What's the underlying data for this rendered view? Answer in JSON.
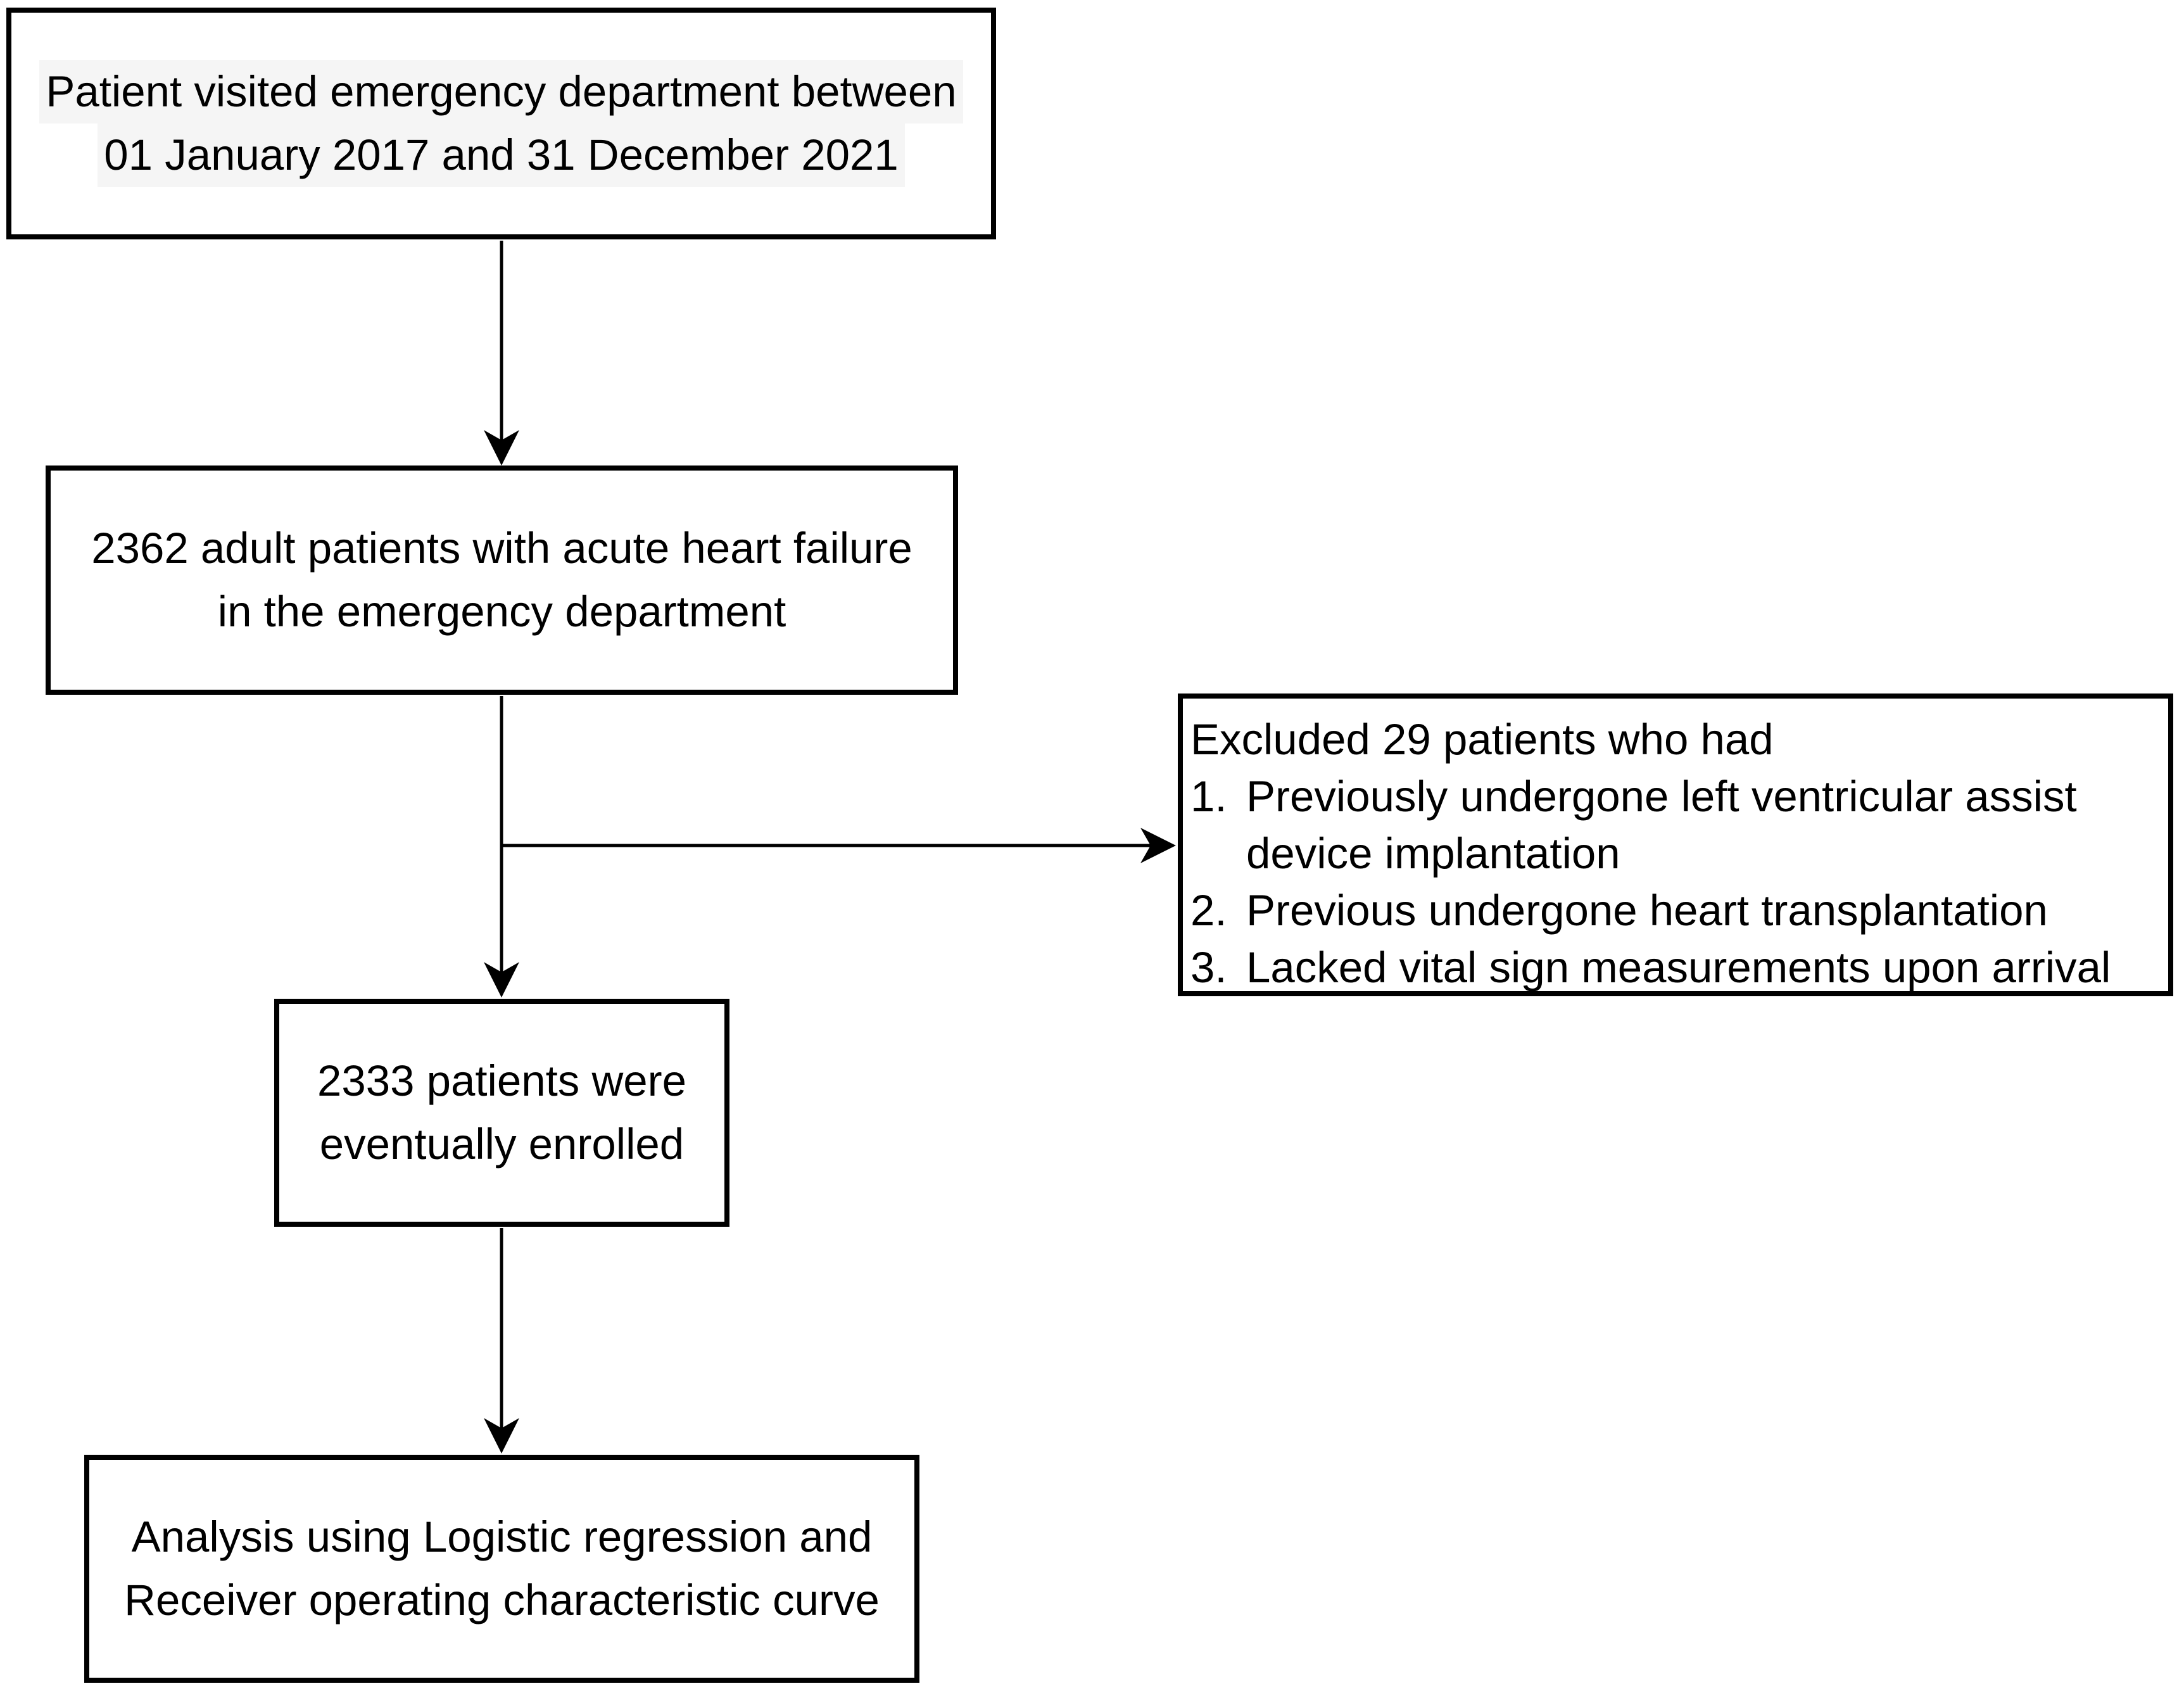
{
  "colors": {
    "ink": "#000000",
    "background": "#ffffff",
    "box1_text_highlight": "#f5f5f5"
  },
  "boxes": {
    "ed_visits": {
      "lines": [
        "Patient visited emergency department between",
        "01 January 2017 and 31 December 2021"
      ]
    },
    "adult_ahf": {
      "lines": [
        "2362 adult patients with acute heart failure",
        "in the emergency department"
      ]
    },
    "excluded": {
      "header": "Excluded 29 patients who had",
      "items": [
        {
          "num": "1.",
          "text": "Previously undergone left ventricular assist device implantation"
        },
        {
          "num": "2.",
          "text": "Previous undergone heart transplantation"
        },
        {
          "num": "3.",
          "text": "Lacked vital sign measurements upon arrival"
        }
      ]
    },
    "enrolled": {
      "lines": [
        "2333 patients were",
        "eventually enrolled"
      ]
    },
    "analysis": {
      "lines": [
        "Analysis using Logistic regression and",
        "Receiver operating characteristic curve"
      ]
    }
  }
}
